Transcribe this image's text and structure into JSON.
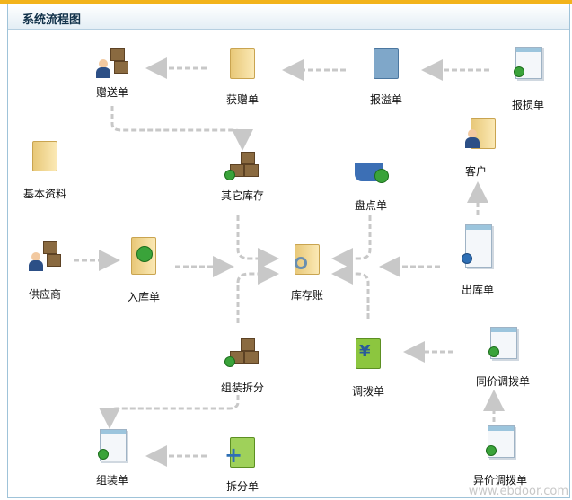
{
  "header": {
    "title": "系统流程图"
  },
  "nodes": {
    "zengsong": "赠送单",
    "huozeng": "获赠单",
    "baoyi": "报溢单",
    "baosun": "报损单",
    "jiben": "基本资料",
    "qita": "其它库存",
    "pandian": "盘点单",
    "kehu": "客户",
    "gongying": "供应商",
    "ruku": "入库单",
    "kucun": "库存账",
    "chuku": "出库单",
    "zuzhuangchaifen": "组装拆分",
    "diaobo": "调拨单",
    "tongjia": "同价调拨单",
    "zuzhuang": "组装单",
    "chaifen": "拆分单",
    "yijia": "异价调拨单"
  },
  "watermark": "www.ebdoor.com",
  "colors": {
    "arrow": "#c8c8c8",
    "accent": "#f2b31b",
    "title": "#12324a"
  }
}
